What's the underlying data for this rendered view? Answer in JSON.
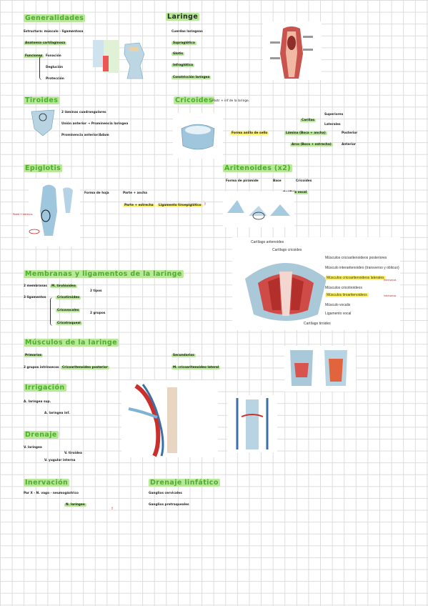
{
  "sections": {
    "generalidades": {
      "title": "Generalidades",
      "lines": [
        "Estructura: músculo - ligamentosa",
        "Anatomía cartílaginosa",
        "Funciones",
        "Fonación",
        "Deglución",
        "Protección"
      ]
    },
    "laringe": {
      "title": "Laringe",
      "lines": [
        "Cuerdas laríngeas",
        "Supraglótica",
        "Glotis",
        "Infraglótica",
        "Constricción laríngea"
      ]
    },
    "tiroides": {
      "title": "Tiroides",
      "lines": [
        "2 láminas cuadrangulares",
        "Unión anterior → Prominencia laríngea",
        "Prominencia anterior/Adam"
      ]
    },
    "cricoides": {
      "title": "Cricoides",
      "note": "Postr + inf de la laringe.",
      "lines": [
        "Forma anillo de sello",
        "Lámina (Boca + ancha)",
        "Posterior",
        "Arco (Boca + estrecha)",
        "Anterior",
        "Carillas",
        "Superiores",
        "Laterales"
      ]
    },
    "epiglotis": {
      "title": "Epiglotis",
      "lines": [
        "Forma de hoja",
        "Parte + ancha",
        "Parte + estrecha",
        "Ligamento tiroepiglótico"
      ],
      "side_label": "Pared + estrecha"
    },
    "aritenoides": {
      "title": "Aritenoides (x2)",
      "lines": [
        "Forma de pirámide",
        "Base",
        "Cricoides",
        "Apófisis vocal"
      ]
    },
    "membranas": {
      "title": "Membranas y ligamentos de la laringe",
      "lines": [
        "2 membranas",
        "M. tirohioidea",
        "3 ligamentos",
        "Cricotiroideo",
        "Cricovocales",
        "Cricotraqueal",
        "2 tipos",
        "2 grupos"
      ]
    },
    "musculos": {
      "title": "Músculos de la laringe",
      "lines": [
        "Primarios",
        "Secundarios",
        "2 grupos intrínsecos",
        "Cricoaritenoideo posterior",
        "M. cricoaritenoideo lateral"
      ]
    },
    "irrigacion": {
      "title": "Irrigación",
      "lines": [
        "A. laríngea sup.",
        "A. laríngea inf."
      ]
    },
    "drenaje": {
      "title": "Drenaje",
      "lines": [
        "V. laríngea",
        "V. tiroidea",
        "V. yugular interna"
      ]
    },
    "inervacion": {
      "title": "Inervación",
      "lines": [
        "Par X - N. vago - neumogástrico",
        "N. laríngeo"
      ]
    },
    "drenaje_linfatico": {
      "title": "Drenaje linfático",
      "lines": [
        "Ganglios cervicales",
        "Ganglios pretraqueales"
      ]
    }
  },
  "figure_cartilagos": {
    "labels": [
      "Cartílago aritenoides",
      "Cartílago cricoides",
      "Músculos cricoaritenoideos posteriores",
      "Músculo interaritenoideo (transverso y oblicuo)",
      "Músculos cricoaritenoideos laterales",
      "Músculos cricotiroideos",
      "Músculos tiroaritenoideos",
      "Músculo vocalis",
      "Ligamento vocal",
      "Cartílago tiroides"
    ],
    "annotations": [
      "Intrínsecos",
      "Intrínsecos"
    ]
  }
}
